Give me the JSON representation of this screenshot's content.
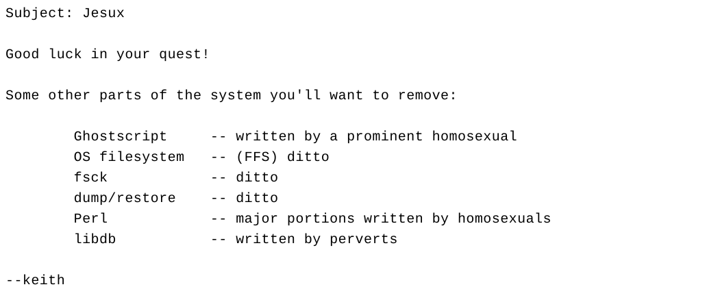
{
  "document": {
    "type": "plain-text-message",
    "background_color": "#ffffff",
    "text_color": "#000000",
    "header": {
      "subject_label": "Subject:",
      "subject_value": "Jesux",
      "subject_line": "Subject: Jesux"
    },
    "paragraphs": {
      "greeting": "Good luck in your quest!",
      "intro": "Some other parts of the system you'll want to remove:"
    },
    "list": {
      "indent_spaces": 8,
      "name_column_width": 16,
      "separator": "--",
      "items": [
        {
          "name": "Ghostscript",
          "separator": "--",
          "reason": "written by a prominent homosexual"
        },
        {
          "name": "OS filesystem",
          "separator": "--",
          "reason": "(FFS) ditto"
        },
        {
          "name": "fsck",
          "separator": "--",
          "reason": "ditto"
        },
        {
          "name": "dump/restore",
          "separator": "--",
          "reason": "ditto"
        },
        {
          "name": "Perl",
          "separator": "--",
          "reason": "major portions written by homosexuals"
        },
        {
          "name": "libdb",
          "separator": "--",
          "reason": "written by perverts"
        }
      ]
    },
    "signature": "--keith",
    "lines": [
      "Subject: Jesux",
      "",
      "Good luck in your quest!",
      "",
      "Some other parts of the system you'll want to remove:",
      "",
      "        Ghostscript     -- written by a prominent homosexual",
      "        OS filesystem   -- (FFS) ditto",
      "        fsck            -- ditto",
      "        dump/restore    -- ditto",
      "        Perl            -- major portions written by homosexuals",
      "        libdb           -- written by perverts",
      "",
      "--keith"
    ]
  }
}
